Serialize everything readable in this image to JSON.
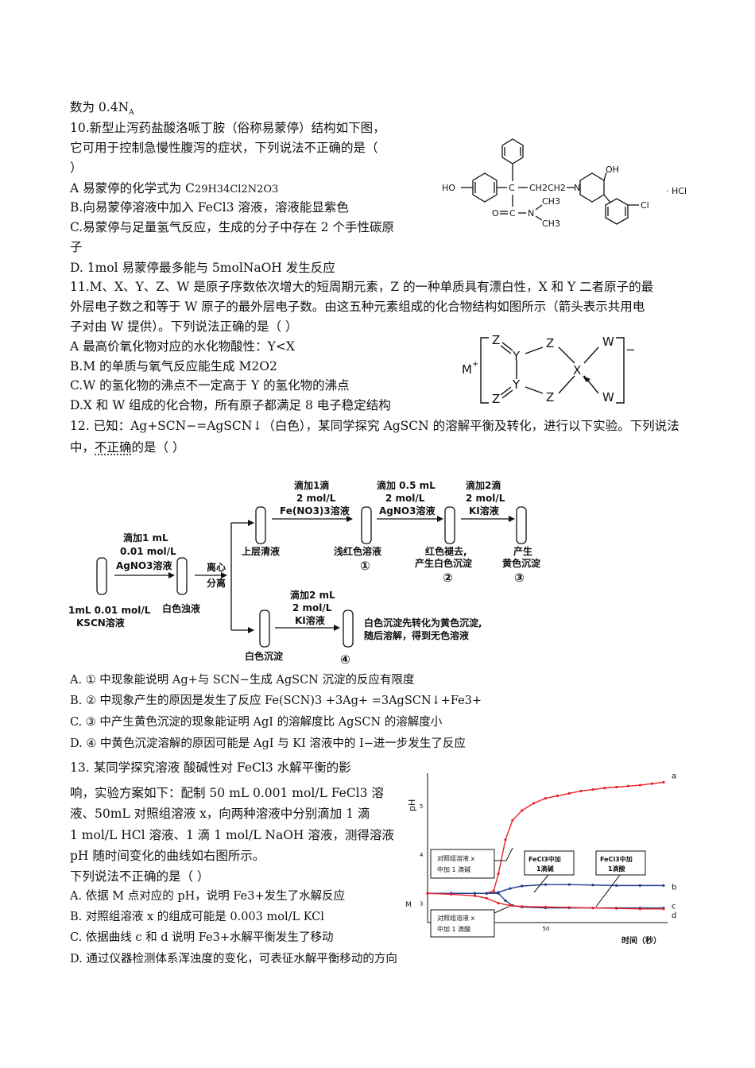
{
  "q9_tail": "数为 0.4N",
  "q9_tail_sub": "A",
  "q10": {
    "stem1": "10.新型止泻药盐酸洛哌丁胺（俗称易蒙停）结构如下图，",
    "stem2": "它可用于控制急慢性腹泻的症状，下列说法不正确的是（",
    "stem3": "）",
    "optA_pre": "A 易蒙停的化学式为 C",
    "optA_formula": "29H34Cl2N2O3",
    "optB": "B.向易蒙停溶液中加入 FeCl3 溶液，溶液能显紫色",
    "optC1": "C.易蒙停与足量氢气反应，生成的分子中存在 2 个手性碳原",
    "optC2": "子",
    "optD": "D.  1mol  易蒙停最多能与 5molNaOH 发生反应",
    "structure": {
      "ho": "HO",
      "c": "C",
      "chain": "CH2CH2",
      "n": "N",
      "oh": "OH",
      "o": "O",
      "c2": "C",
      "n2": "N",
      "ch3a": "CH3",
      "ch3b": "CH3",
      "cl": "Cl",
      "hcl": "· HCl"
    }
  },
  "q11": {
    "stem1": "11.M、X、Y、Z、W 是原子序数依次增大的短周期元素，Z 的一种单质具有漂白性，X 和 Y 二者原子的最",
    "stem2": "外层电子数之和等于 W 原子的最外层电子数。由这五种元素组成的化合物结构如图所示（箭头表示共用电",
    "stem3": "子对由 W 提供）。下列说法正确的是（    ）",
    "optA": "A 最高价氧化物对应的水化物酸性：Y<X",
    "optB": "B.M 的单质与氧气反应能生成 M2O2",
    "optC": "C.W 的氢化物的沸点不一定高于 Y 的氢化物的沸点",
    "optD": "D.X 和 W 组成的化合物，所有原子都满足 8 电子稳定结构",
    "structure": {
      "m": "M",
      "plus": "+",
      "z": "Z",
      "y": "Y",
      "x": "X",
      "w": "W",
      "minus": "−"
    }
  },
  "q12": {
    "stem1": "12. 已知：Ag+SCN−=AgSCN↓（白色），某同学探究 AgSCN 的溶解平衡及转化，进行以下实验。下列说法",
    "stem2_pre": "中，",
    "stem2_dots": "不正确",
    "stem2_post": "的是（        ）",
    "diagram": {
      "start_label1": "1mL 0.01 mol/L",
      "start_label2": "KSCN溶液",
      "arrow1_1": "滴加1 mL",
      "arrow1_2": "0.01 mol/L",
      "arrow1_3": "AgNO3溶液",
      "tube2_label": "白色浊液",
      "centrifuge1": "离心",
      "centrifuge2": "分离",
      "upper_label": "上层清液",
      "lower_label": "白色沉淀",
      "a2_1": "滴加1滴",
      "a2_2": "2 mol/L",
      "a2_3": "Fe(NO3)3溶液",
      "r1_label": "浅红色溶液",
      "r1_num": "①",
      "a3_1": "滴加 0.5 mL",
      "a3_2": "2 mol/L",
      "a3_3": "AgNO3溶液",
      "r2_label1": "红色褪去,",
      "r2_label2": "产生白色沉淀",
      "r2_num": "②",
      "a4_1": "滴加2滴",
      "a4_2": "2 mol/L",
      "a4_3": "KI溶液",
      "r3_label1": "产生",
      "r3_label2": "黄色沉淀",
      "r3_num": "③",
      "a5_1": "滴加2 mL",
      "a5_2": "2 mol/L",
      "a5_3": "KI溶液",
      "r4_label1": "白色沉淀先转化为黄色沉淀,",
      "r4_label2": "随后溶解，得到无色溶液",
      "r4_num": "④"
    },
    "optA": "A.  ① 中现象能说明 Ag+与 SCN−生成 AgSCN 沉淀的反应有限度",
    "optB": "B.  ② 中现象产生的原因是发生了反应 Fe(SCN)3 +3Ag+ =3AgSCN↓+Fe3+",
    "optC": "C.  ③ 中产生黄色沉淀的现象能证明 AgI 的溶解度比 AgSCN 的溶解度小",
    "optD": "D.  ④ 中黄色沉淀溶解的原因可能是 AgI 与 KI 溶液中的 I−进一步发生了反应"
  },
  "q13": {
    "stem1": "13. 某同学探究溶液    酸碱性对 FeCl3 水解平衡的影",
    "stem2": "响，实验方案如下：配制 50 mL 0.001 mol/L FeCl3 溶",
    "stem3": "液、50mL 对照组溶液 x，向两种溶液中分别滴加 1 滴",
    "stem4": "1 mol/L HCl 溶液、1 滴 1 mol/L NaOH 溶液，测得溶液",
    "stem5": "pH 随时间变化的曲线如右图所示。",
    "stem6": "下列说法不正确的是（      ）",
    "optA": "A.  依据 M 点对应的 pH，说明 Fe3+发生了水解反应",
    "optB": "B.  对照组溶液 x 的组成可能是 0.003 mol/L KCl",
    "optC": "C.  依据曲线 c 和 d 说明 Fe3+水解平衡发生了移动",
    "optD": "D.  通过仪器检测体系浑浊度的变化，可表征水解平衡移动的方向",
    "chart_data": {
      "type": "line",
      "ylabel": "pH",
      "xlabel": "时间（秒）",
      "y_ticks": [
        "5",
        "4",
        "3"
      ],
      "x_ticks": [
        "50"
      ],
      "m_label": "M",
      "series": [
        {
          "name": "a",
          "x": [
            0,
            10,
            20,
            25,
            28,
            30,
            33,
            36,
            40,
            45,
            50,
            55,
            60,
            65,
            70,
            75,
            80,
            85,
            90,
            95,
            100
          ],
          "values": [
            3.2,
            3.2,
            3.2,
            3.2,
            3.25,
            3.6,
            4.3,
            4.7,
            4.9,
            5.05,
            5.15,
            5.2,
            5.25,
            5.3,
            5.33,
            5.36,
            5.38,
            5.4,
            5.42,
            5.45,
            5.48
          ]
        },
        {
          "name": "b",
          "x": [
            0,
            10,
            20,
            25,
            30,
            35,
            40,
            50,
            60,
            70,
            80,
            90,
            100
          ],
          "values": [
            3.2,
            3.2,
            3.2,
            3.2,
            3.22,
            3.3,
            3.35,
            3.38,
            3.38,
            3.37,
            3.36,
            3.36,
            3.36
          ]
        },
        {
          "name": "c",
          "x": [
            0,
            10,
            20,
            25,
            30,
            33,
            36,
            40,
            50,
            60,
            70,
            80,
            90,
            100
          ],
          "values": [
            3.2,
            3.2,
            3.2,
            3.2,
            3.2,
            3.05,
            2.95,
            2.92,
            2.9,
            2.9,
            2.9,
            2.9,
            2.9,
            2.9
          ]
        },
        {
          "name": "d",
          "x": [
            0,
            10,
            20,
            25,
            30,
            35,
            40,
            50,
            60,
            70,
            80,
            90,
            100
          ],
          "values": [
            3.2,
            3.18,
            3.15,
            3.1,
            3.0,
            2.95,
            2.93,
            2.92,
            2.91,
            2.9,
            2.89,
            2.88,
            2.88
          ]
        }
      ],
      "annotations": {
        "box1_1": "对照组溶液 x",
        "box1_2": "中加 1 滴碱",
        "box2_1": "FeCl3中加",
        "box2_2": "1滴碱",
        "box3_1": "FeCl3中加",
        "box3_2": "1滴酸",
        "box4_1": "对照组溶液 x",
        "box4_2": "中加 1 滴酸"
      },
      "colors": {
        "a": "#e8202a",
        "b": "#1e3a8a",
        "c": "#1e3a8a",
        "d": "#e8202a"
      }
    }
  }
}
